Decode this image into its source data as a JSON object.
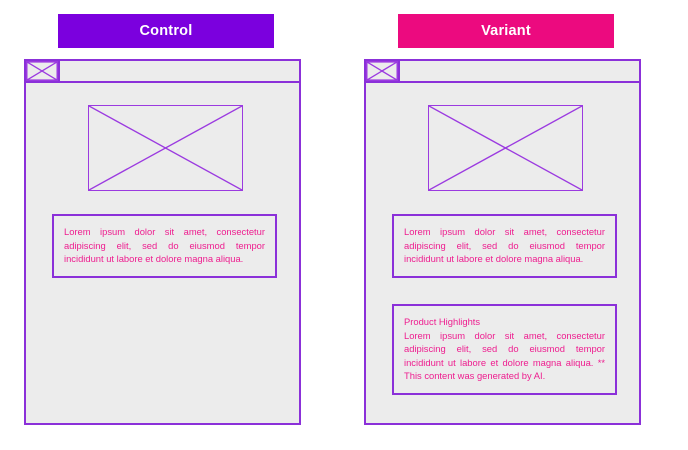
{
  "comparison": {
    "columns": [
      {
        "id": "control",
        "banner_label": "Control",
        "banner_color": "#7B00DE",
        "page": {
          "logo_icon": "image-placeholder-x-icon",
          "hero_icon": "image-placeholder-x-icon",
          "cards": [
            {
              "id": "primary-copy",
              "heading": "",
              "body": "Lorem ipsum dolor sit amet, consectetur adipiscing elit, sed do eiusmod tempor incididunt ut labore et dolore magna aliqua."
            }
          ]
        }
      },
      {
        "id": "variant",
        "banner_label": "Variant",
        "banner_color": "#EC0A7F",
        "page": {
          "logo_icon": "image-placeholder-x-icon",
          "hero_icon": "image-placeholder-x-icon",
          "cards": [
            {
              "id": "primary-copy",
              "heading": "",
              "body": "Lorem ipsum dolor sit amet, consectetur adipiscing elit, sed do eiusmod tempor incididunt ut labore et dolore magna aliqua."
            },
            {
              "id": "product-highlights",
              "heading": "Product Highlights",
              "body": "Lorem ipsum dolor sit amet, consectetur adipiscing elit, sed do eiusmod tempor incididunt ut labore et dolore magna aliqua. ** This content was generated by AI."
            }
          ]
        }
      }
    ]
  },
  "theme": {
    "wireframe_border": "#8B30D9",
    "wireframe_line": "#9B3AE0",
    "page_background": "#ECECEC",
    "text_color": "#EE1D8F",
    "banner_text_color": "#FFFFFF"
  }
}
